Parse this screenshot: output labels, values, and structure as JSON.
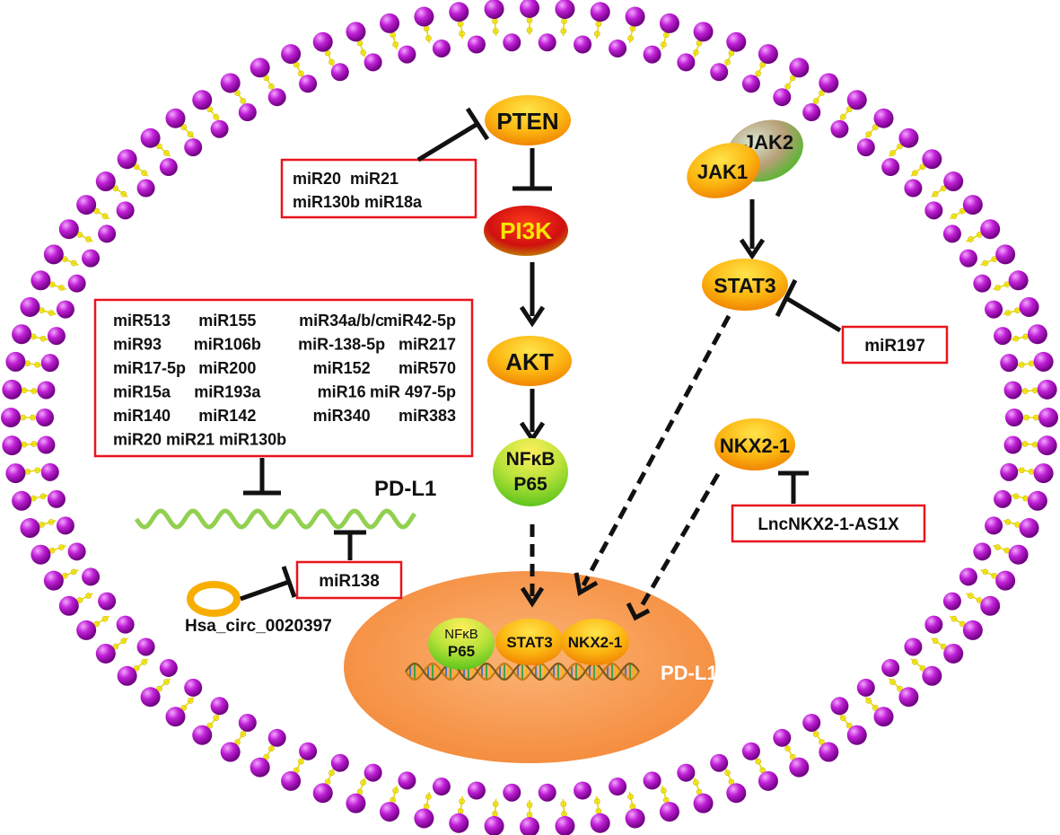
{
  "nodes": {
    "pten": "PTEN",
    "pi3k": "PI3K",
    "akt": "AKT",
    "nfkb_top": "NFκB",
    "p65": "P65",
    "jak2": "JAK2",
    "jak1": "JAK1",
    "stat3": "STAT3",
    "nkx21": "NKX2-1",
    "nuc_nfkb": "NFκB",
    "nuc_p65": "P65",
    "nuc_stat3": "STAT3",
    "nuc_nkx21": "NKX2-1",
    "nuc_pdl1": "PD-L1",
    "pdl1_mrna": "PD-L1",
    "circ": "Hsa_circ_0020397"
  },
  "boxes": {
    "pten_mirs": [
      "miR20  miR21",
      "miR130b miR18a"
    ],
    "pdl1_mirs": [
      [
        "miR513",
        "miR155",
        "miR34a/b/c",
        "miR42-5p"
      ],
      [
        "miR93",
        "miR106b",
        "miR-138-5p",
        "miR217"
      ],
      [
        "miR17-5p",
        "miR200",
        "miR152",
        "miR570"
      ],
      [
        "miR15a",
        "miR193a",
        "miR16",
        "miR 497-5p"
      ],
      [
        "miR140",
        "miR142",
        "miR340",
        "miR383"
      ],
      [
        "miR20 miR21 miR130b"
      ]
    ],
    "mir138": "miR138",
    "mir197": "miR197",
    "lnc": "LncNKX2-1-AS1X"
  },
  "colors": {
    "head": "#b418c8",
    "tail": "#f4ef2a",
    "box_border": "#e8141c",
    "orange": "#f6a000",
    "nucleus": "#f89a4e",
    "green": "#8ed02a",
    "rna_wave": "#92d050"
  }
}
